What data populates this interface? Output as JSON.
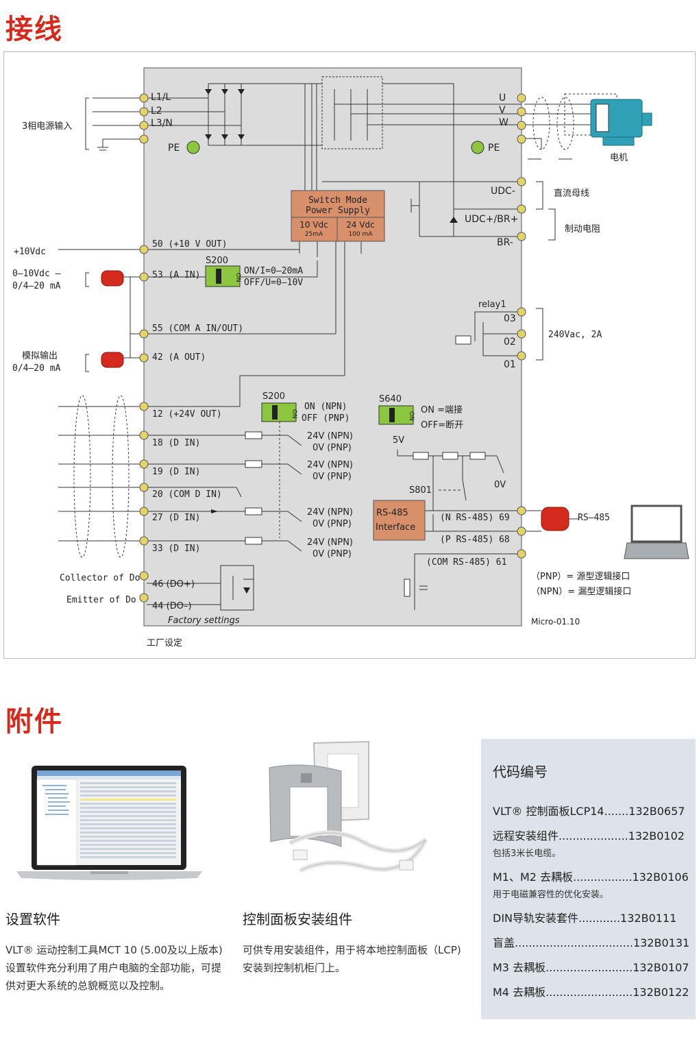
{
  "sections": {
    "wiring_title": "接线",
    "accessories_title": "附件"
  },
  "diagram": {
    "power_input_label": "3相电源输入",
    "terminals_left_power": [
      "L1/L",
      "L2",
      "L3/N"
    ],
    "pe_label": "PE",
    "motor_label": "电机",
    "uvw": [
      "U",
      "V",
      "W"
    ],
    "udc_minus": "UDC-",
    "udc_plus": "UDC+/BR+",
    "br_minus": "BR-",
    "dc_bus_label": "直流母线",
    "brake_label": "制动电阻",
    "smps_line1": "Switch  Mode",
    "smps_line2": "Power  Supply",
    "smps_10v": "10 Vdc",
    "smps_10v_ma": "25mA",
    "smps_24v": "24 Vdc",
    "smps_24v_ma": "100 mA",
    "plus10_label": "+10Vdc",
    "t50": "50 (+10 V OUT)",
    "ain_label_1": "0–10Vdc  –",
    "ain_label_2": "0/4–20  mA",
    "t53": "53 (A IN)",
    "s200_a": "S200",
    "s200_a_on": "ON/I=0–20mA",
    "s200_a_off": "OFF/U=0–10V",
    "t55": "55 (COM A IN/OUT)",
    "aout_label_1": "模拟输出",
    "aout_label_2": "0/4–20  mA",
    "t42": "42 (A OUT)",
    "relay": "relay1",
    "relay_terms": [
      "03",
      "02",
      "01"
    ],
    "relay_rating": "240Vac,  2A",
    "t12": "12 (+24V OUT)",
    "s200_b": "S200",
    "s200_b_on": "ON  (NPN)",
    "s200_b_off": "OFF  (PNP)",
    "s640": "S640",
    "s640_on": "ON =端接",
    "s640_off": "OFF=断开",
    "t18": "18 (D IN)",
    "t19": "19 (D IN)",
    "t20": "20 (COM D IN)",
    "t27": "27 (D IN)",
    "t33": "33 (D IN)",
    "npn": "24V  (NPN)",
    "pnp": "0V  (PNP)",
    "five_v": "5V",
    "zero_v": "0V",
    "s801": "S801",
    "rs485_box_1": "RS-485",
    "rs485_box_2": "Interface",
    "t69": "(N RS-485) 69",
    "t68": "(P RS-485) 68",
    "t61": "(COM RS-485) 61",
    "rs485_label": "RS–485",
    "collector_label": "Collector  of  Do",
    "emitter_label": "Emitter  of  Do",
    "t46": "46 (DO+)",
    "t44": "44 (DO–)",
    "factory": "Factory settings",
    "model": "Micro-01.10",
    "pnp_note": "（PNP）= 源型逻辑接口",
    "npn_note": "（NPN）= 漏型逻辑接口",
    "factory_cn": "工厂设定",
    "switch_on": "ON"
  },
  "accessories": {
    "software": {
      "caption": "设置软件",
      "desc": "VLT® 运动控制工具MCT 10 (5.00及以上版本) 设置软件充分利用了用户电脑的全部功能，可提供对更大系统的总貌概览以及控制。"
    },
    "mount_kit": {
      "caption": "控制面板安装组件",
      "desc": "可供专用安装组件，用于将本地控制面板（LCP) 安装到控制机柜门上。"
    }
  },
  "codes": {
    "title": "代码编号",
    "items": [
      {
        "name": "VLT® 控制面板LCP14",
        "dots": ".......",
        "code": "132B0657",
        "sub": ""
      },
      {
        "name": "远程安装组件",
        "dots": "....................",
        "code": "132B0102",
        "sub": "包括3米长电缆。"
      },
      {
        "name": "M1、M2 去耦板",
        "dots": ".................",
        "code": "132B0106",
        "sub": "用于电磁兼容性的优化安装。"
      },
      {
        "name": "DIN导轨安装套件",
        "dots": "............",
        "code": "132B0111",
        "sub": ""
      },
      {
        "name": "盲盖",
        "dots": "..................................",
        "code": "132B0131",
        "sub": ""
      },
      {
        "name": "M3 去耦板",
        "dots": ".........................",
        "code": "132B0107",
        "sub": ""
      },
      {
        "name": "M4 去耦板",
        "dots": ".........................",
        "code": "132B0122",
        "sub": ""
      }
    ]
  }
}
